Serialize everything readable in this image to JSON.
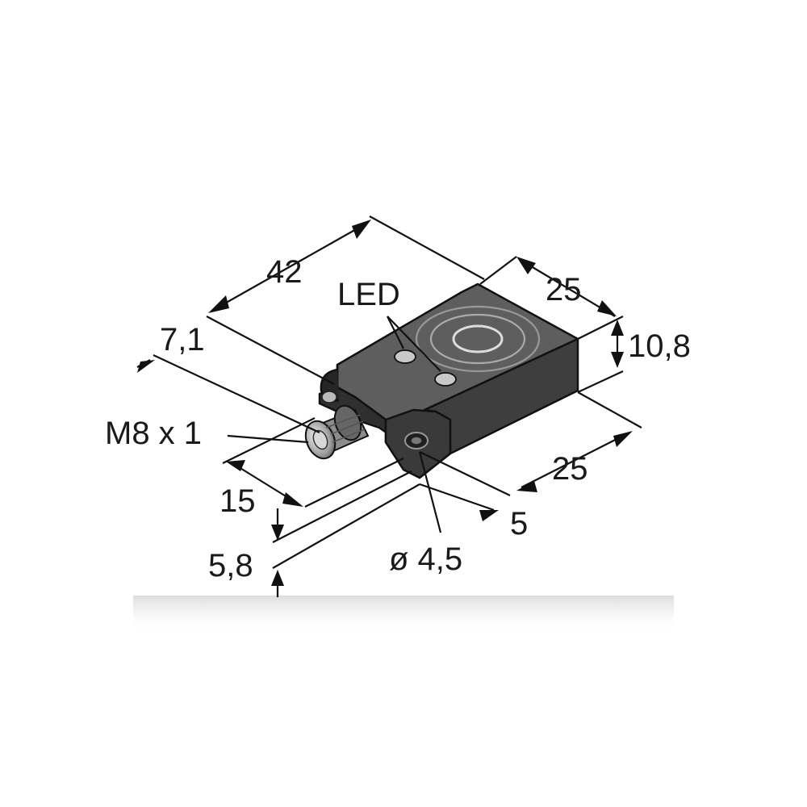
{
  "labels": {
    "length": "42",
    "width_top": "25",
    "height": "10,8",
    "width_bottom": "25",
    "offset_left": "7,1",
    "connector": "M8 x 1",
    "led": "LED",
    "connector_length": "15",
    "base_offset": "5,8",
    "hole_offset": "5",
    "hole_diameter": "ø 4,5"
  },
  "colors": {
    "housing_top": "#5e5e5e",
    "housing_side": "#3e3e3e",
    "housing_front": "#2f2f2f",
    "lines": "#111111",
    "text": "#1a1a1a"
  },
  "icons": {
    "dimension_arrow": "arrowhead",
    "sensor_face": "concentric-circles-icon",
    "led_indicator": "led-dot-icon"
  }
}
